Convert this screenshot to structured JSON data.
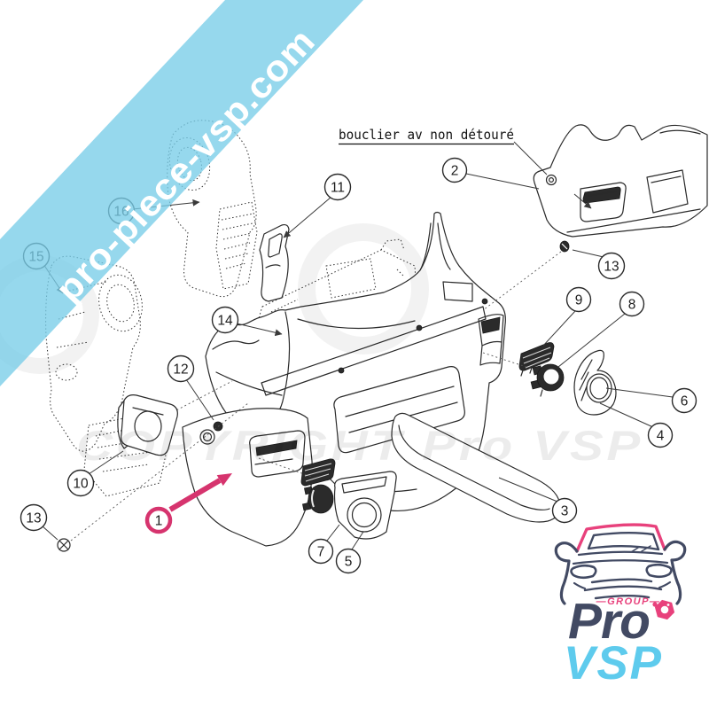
{
  "banner": {
    "text": "pro-piece-vsp.com",
    "fill_color": "#79cde8",
    "text_color": "#ffffff"
  },
  "diagram": {
    "label_note": "bouclier av non détouré",
    "highlight_color": "#d6346e",
    "callouts": {
      "c1": "1",
      "c2": "2",
      "c3": "3",
      "c4": "4",
      "c5": "5",
      "c6": "6",
      "c7": "7",
      "c8": "8",
      "c9": "9",
      "c10": "10",
      "c11": "11",
      "c12": "12",
      "c13a": "13",
      "c13b": "13",
      "c14": "14",
      "c15": "15",
      "c16": "16"
    }
  },
  "watermark": {
    "text": "COPYRIGHT Pro VSP"
  },
  "logo": {
    "group_label": "—GROUP—",
    "word_pro": "Pro",
    "word_vsp": "VSP",
    "navy": "#424a63",
    "pink": "#e8417c",
    "blue": "#5ecbed"
  }
}
